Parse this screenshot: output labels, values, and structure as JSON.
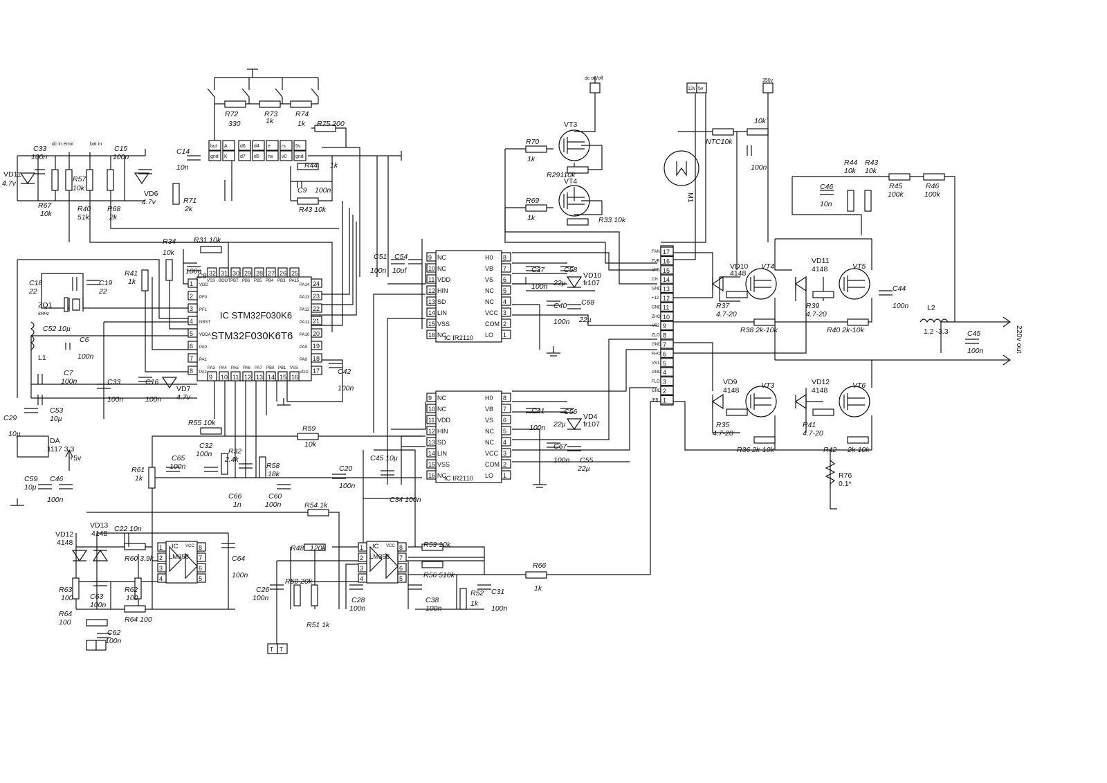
{
  "mcu": {
    "title": "IC  STM32F030K6",
    "part": "STM32F030K6T6",
    "left_pins": [
      "1",
      "2",
      "3",
      "4",
      "5",
      "6",
      "7",
      "8"
    ],
    "left_names": [
      "VDD",
      "PF0",
      "PF1",
      "NRST",
      "VDDA",
      "PA0",
      "PA1",
      "PA2"
    ],
    "right_pins": [
      "24",
      "23",
      "22",
      "21",
      "20",
      "19",
      "18",
      "17"
    ],
    "right_names": [
      "PA14",
      "PA13",
      "PA12",
      "PA11",
      "PA10",
      "PA9",
      "PA8",
      "VDD"
    ],
    "top_pins": [
      "32",
      "31",
      "30",
      "29",
      "28",
      "27",
      "26",
      "25"
    ],
    "top_names": [
      "VSS",
      "BOOT",
      "PB7",
      "PB6",
      "PB5",
      "PB4",
      "PB3",
      "PA15"
    ],
    "bottom_pins": [
      "9",
      "10",
      "11",
      "12",
      "13",
      "14",
      "15",
      "16"
    ],
    "bottom_names": [
      "PA3",
      "PA4",
      "PA5",
      "PA6",
      "PA7",
      "PB0",
      "PB1",
      "VSS"
    ]
  },
  "driver1": {
    "title": "IC  IR2110",
    "left_pins": [
      "9",
      "10",
      "11",
      "12",
      "13",
      "14",
      "15",
      "16"
    ],
    "left_names": [
      "NC",
      "NC",
      "VDD",
      "HIN",
      "SD",
      "LIN",
      "VSS",
      "NC"
    ],
    "right_pins": [
      "8",
      "7",
      "6",
      "5",
      "4",
      "3",
      "2",
      "1"
    ],
    "right_names": [
      "H0",
      "VB",
      "VS",
      "NC",
      "NC",
      "VCC",
      "COM",
      "LO"
    ]
  },
  "driver2": {
    "title": "IC  IR2110",
    "left_pins": [
      "9",
      "10",
      "11",
      "12",
      "13",
      "14",
      "15",
      "16"
    ],
    "left_names": [
      "NC",
      "NC",
      "VDD",
      "HIN",
      "SD",
      "LIN",
      "VSS",
      "NC"
    ],
    "right_pins": [
      "8",
      "7",
      "6",
      "5",
      "4",
      "3",
      "2",
      "1"
    ],
    "right_names": [
      "H0",
      "VB",
      "VS",
      "NC",
      "NC",
      "VCC",
      "COM",
      "LO"
    ]
  },
  "opamp1": {
    "title": "IC",
    "part": "LM358",
    "left_pins": [
      "1",
      "2",
      "3",
      "4"
    ],
    "right_pins": [
      "8",
      "7",
      "6",
      "5"
    ],
    "vcc": "VCC"
  },
  "opamp2": {
    "title": "IC",
    "part": "LM358",
    "left_pins": [
      "1",
      "2",
      "3",
      "4"
    ],
    "right_pins": [
      "8",
      "7",
      "6",
      "5"
    ],
    "vcc": "VCC"
  },
  "connector": {
    "pins": [
      "17",
      "16",
      "15",
      "14",
      "13",
      "12",
      "11",
      "10",
      "9",
      "8",
      "7",
      "6",
      "5",
      "4",
      "3",
      "2",
      "1"
    ],
    "names": [
      "FAN",
      "TVB",
      "VFB",
      "CH",
      "GND",
      "+12",
      "GND",
      "ZHO",
      "VS2",
      "ZLO",
      "GND",
      "FHO",
      "VS1",
      "GND",
      "FLO",
      "GND",
      "IFB"
    ]
  },
  "display": {
    "pins": [
      "but",
      "gnd",
      "A",
      "K",
      "d6",
      "d7",
      "d4",
      "d5",
      "e",
      "rw",
      "rs",
      "v0",
      "5v",
      "gnd"
    ]
  },
  "labels": {
    "R72": "R72",
    "R72v": "330",
    "R73": "R73",
    "R73v": "1k",
    "R74": "R74",
    "R74v": "1k",
    "R75": "R75  200",
    "R44": "R44",
    "R44v": "1k",
    "C9": "C9",
    "C9v": "100n",
    "R43top": "R43  10k",
    "C14": "C14",
    "C14v": "10n",
    "R71": "R71",
    "R71v": "2k",
    "R34": "R34",
    "R34v": "10k",
    "R31": "R31  10k",
    "C8": "C8",
    "C8v": "100n",
    "C33a": "C33",
    "C33av": "100n",
    "dcerr": "dc in error",
    "batin": "bat in",
    "C15": "C15",
    "C15v": "100n",
    "VD11": "VD11",
    "VD11v": "4.7v",
    "R57": "R57",
    "R57v": "10k",
    "R67": "R67",
    "R67v": "10k",
    "R40a": "R40",
    "R40av": "51k",
    "R68": "R68",
    "R68v": "2k",
    "VD6": "VD6",
    "VD6v": "4.7v",
    "R41a": "R41",
    "R41av": "1k",
    "C18": "C18",
    "C18v": "22",
    "C19": "C19",
    "C19v": "22",
    "ZQ1": "ZQ1",
    "ZQ1v": "8MHz",
    "C52": "C52 10µ",
    "C6": "C6",
    "C6v": "100n",
    "L1": "L1",
    "C7": "C7",
    "C7v": "100n",
    "C53": "C53",
    "C53v": "10µ",
    "C33b": "C33",
    "C33bv": "100n",
    "C16": "C16",
    "C16v": "100n",
    "VD7": "VD7",
    "VD7v": "4.7v",
    "C29": "C29",
    "C29v": "10µ",
    "DA": "DA",
    "DAv": "1117 3.3",
    "plus5": "+5v",
    "C59": "C59",
    "C59v": "10µ",
    "C46a": "C46",
    "C46av": "100n",
    "R55": "R55   10k",
    "R61": "R61",
    "R61v": "1k",
    "C65": "C65",
    "C65v": "100n",
    "C32": "C32",
    "C32v": "100n",
    "R32": "R32",
    "R32v": "2.4k",
    "R58": "R58",
    "R58v": "18k",
    "C66": "C66",
    "C66v": "1n",
    "C60": "C60",
    "C60v": "100n",
    "R59": "R59",
    "R59v": "10k",
    "C20": "C20",
    "C20v": "100n",
    "C45a": "C45  10µ",
    "C34": "C34  100n",
    "R54": "R54  1k",
    "C42": "C42",
    "C42v": "100n",
    "VD12a": "VD12",
    "VD12av": "4148",
    "VD13": "VD13",
    "VD13v": "4148",
    "C22": "C22  10n",
    "R60": "R60   3.9k",
    "R63": "R63",
    "R63v": "100",
    "C63": "C63",
    "C63v": "100n",
    "R62": "R62",
    "R62v": "100",
    "R64a": "R64",
    "R64av": "100",
    "R64b": "R64   100",
    "C62": "C62",
    "C62v": "100n",
    "C64": "C64",
    "C64v": "100n",
    "R48": "R48",
    "R48v": "120k",
    "R50": "R50  20k",
    "R51": "R51   1k",
    "C26": "C26",
    "C26v": "100n",
    "C28": "C28",
    "C28v": "100n",
    "R53": "R53  10k",
    "R56": "R56  510k",
    "C38": "C38",
    "C38v": "100n",
    "R52": "R52",
    "R52v": "1k",
    "C31": "C31",
    "C31v": "100n",
    "R66": "R66",
    "R66v": "1k",
    "T": "T",
    "dconoff": "dc on/off",
    "VT3a": "VT3",
    "R70": "R70",
    "R70v": "1k",
    "R29": "R29110k",
    "VT4a": "VT4",
    "R69": "R69",
    "R69v": "1k",
    "R33": "R33  10k",
    "C51": "C51",
    "C51v": "100n",
    "C54": "C54",
    "C54v": "10uf",
    "C37": "C37",
    "C37v": "100n",
    "C58": "C58",
    "C58v": "22µ",
    "VD10a": "VD10",
    "VD10av": "fr107",
    "C40": "C40",
    "C40v": "100n",
    "C68": "C68",
    "C68v": "22µ",
    "C41": "C41",
    "C41v": "100n",
    "C56": "C56",
    "C56v": "22µ",
    "VD4": "VD4",
    "VD4v": "fr107",
    "C67": "C67",
    "C67v": "100n",
    "C55": "C55",
    "C55v": "22µ",
    "v12": "12v",
    "v5": "5v",
    "v350": "350v",
    "M1": "M1",
    "NTC": "NTC10k",
    "R10k": "10k",
    "C100n": "100n",
    "C46b": "C46",
    "C46bv": "10n",
    "R44b": "R44",
    "R44bv": "10k",
    "R43b": "R43",
    "R43bv": "10k",
    "R45": "R45",
    "R45v": "100k",
    "R46": "R46",
    "R46v": "100k",
    "VD10b": "VD10",
    "VD10bv": "4148",
    "VT4b": "VT4",
    "R37": "R37",
    "R37v": "4.7-20",
    "R38": "R38  2k-10k",
    "VD11b": "VD11",
    "VD11bv": "4148",
    "VT5": "VT5",
    "R39": "R39",
    "R39v": "4.7-20",
    "R40b": "R40    2k-10k",
    "C44": "C44",
    "C44v": "100n",
    "L2": "L2",
    "L2v": "1.2 -3.3",
    "C45b": "C45",
    "C45bv": "100n",
    "out": "220v out",
    "VD9": "VD9",
    "VD9v": "4148",
    "VT3b": "VT3",
    "R35": "R35",
    "R35v": "4.7-20",
    "R36": "R36   2k-10k",
    "VD12b": "VD12",
    "VD12bv": "4148",
    "VT6": "VT6",
    "R41b": "R41",
    "R41bv": "4.7-20",
    "R42": "R42",
    "R42b": "2k-10k",
    "R76": "R76",
    "R76v": "0.1*"
  }
}
